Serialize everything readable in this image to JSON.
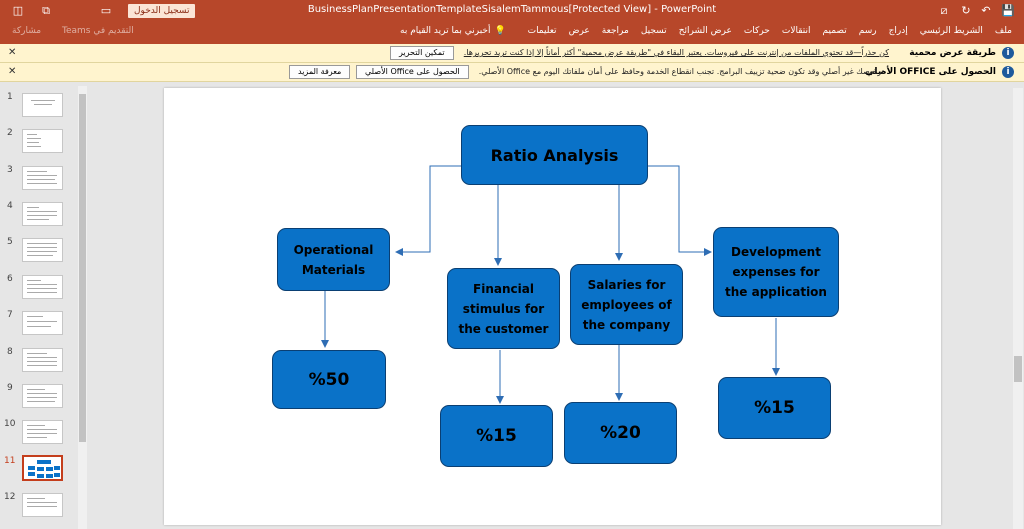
{
  "titlebar": {
    "title": "BusinessPlanPresentationTemplateSisalemTammous[Protected View]  -  PowerPoint",
    "sign_in": "تسجيل الدخول"
  },
  "ribbon": {
    "tabs": [
      "ملف",
      "الشريط الرئيسي",
      "إدراج",
      "رسم",
      "تصميم",
      "انتقالات",
      "حركات",
      "عرض الشرائح",
      "تسجيل",
      "مراجعة",
      "عرض",
      "تعليمات"
    ],
    "tell_me": "أخبرني بما تريد القيام به",
    "teams": "التقديم في Teams",
    "share": "مشاركة"
  },
  "protected_bar": {
    "title": "طريقة عرض محمية",
    "text": "كن حذراً—قد تحتوي الملفات من إنترنت على فيروسات. يعتبر البقاء في \"طريقة عرض محمية\" أكثر أماناً إلا إذا كنت تريد تحريرها.",
    "enable_button": "تمكين التحرير"
  },
  "office_bar": {
    "title": "الحصول على OFFICE الأصلي",
    "text": "ترخيصك غير أصلي وقد تكون ضحية تزييف البرامج. تجنب انقطاع الخدمة وحافظ على أمان ملفاتك اليوم مع Office الأصلي.",
    "get_button": "الحصول على Office الأصلي",
    "learn_button": "معرفة المزيد"
  },
  "thumbnails": [
    {
      "num": "1"
    },
    {
      "num": "2"
    },
    {
      "num": "3"
    },
    {
      "num": "4"
    },
    {
      "num": "5"
    },
    {
      "num": "6"
    },
    {
      "num": "7"
    },
    {
      "num": "8"
    },
    {
      "num": "9"
    },
    {
      "num": "10"
    },
    {
      "num": "11"
    },
    {
      "num": "12"
    }
  ],
  "active_slide": "11",
  "diagram": {
    "title": "Ratio Analysis",
    "nodes": [
      {
        "label": "Operational Materials",
        "value": "%50"
      },
      {
        "label": "Financial stimulus for the customer",
        "value": "%15"
      },
      {
        "label": "Salaries for employees of the company",
        "value": "%20"
      },
      {
        "label": "Development expenses for the application",
        "value": "%15"
      }
    ]
  },
  "colors": {
    "accent": "#b7472a",
    "box_fill": "#0a72c8",
    "box_border": "#0a3f73",
    "arrow": "#2e6db4",
    "message_bar": "#fff4ce"
  }
}
